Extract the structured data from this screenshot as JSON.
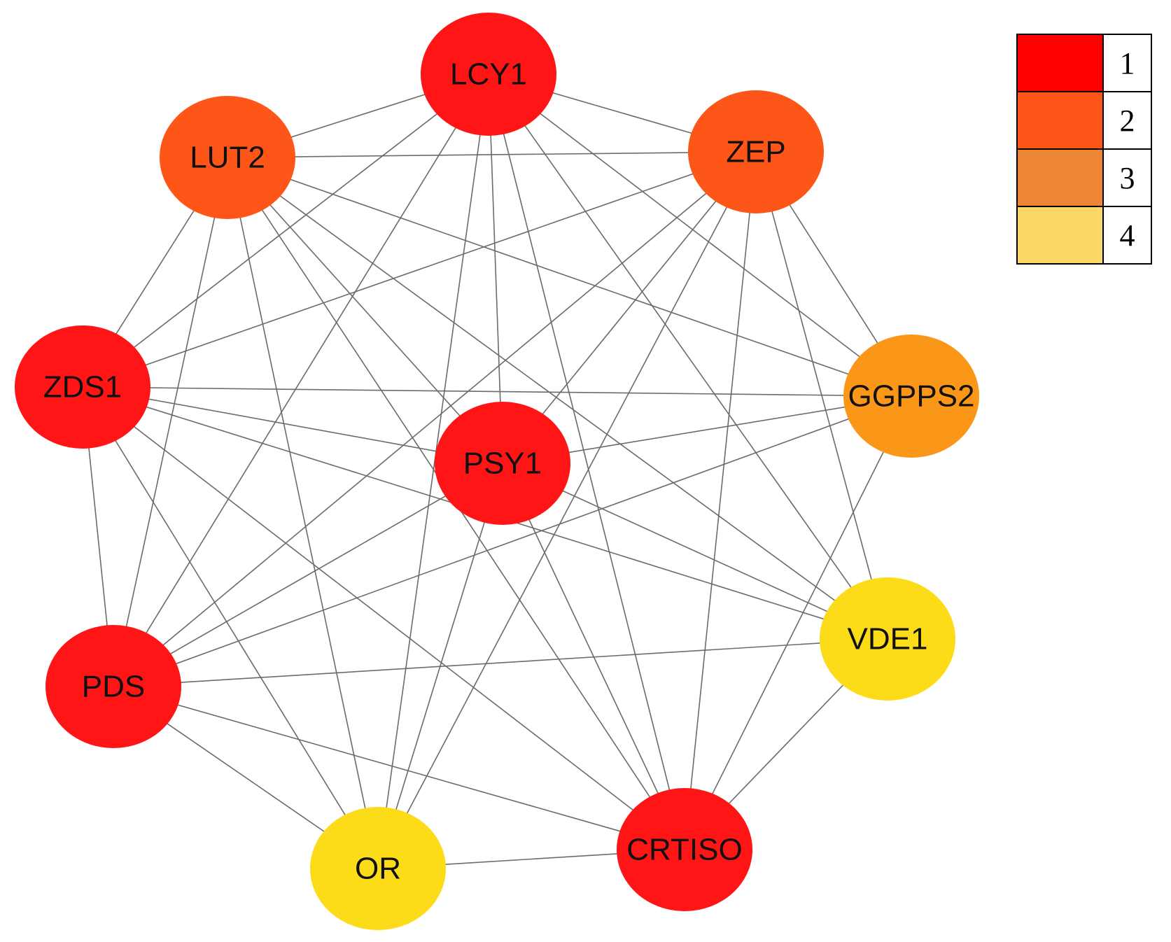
{
  "network": {
    "nodes": [
      {
        "id": "LCY1",
        "label": "LCY1",
        "rank": 1
      },
      {
        "id": "LUT2",
        "label": "LUT2",
        "rank": 2
      },
      {
        "id": "ZEP",
        "label": "ZEP",
        "rank": 2
      },
      {
        "id": "ZDS1",
        "label": "ZDS1",
        "rank": 1
      },
      {
        "id": "GGPPS2",
        "label": "GGPPS2",
        "rank": 3
      },
      {
        "id": "PSY1",
        "label": "PSY1",
        "rank": 1
      },
      {
        "id": "VDE1",
        "label": "VDE1",
        "rank": 4
      },
      {
        "id": "PDS",
        "label": "PDS",
        "rank": 1
      },
      {
        "id": "CRTISO",
        "label": "CRTISO",
        "rank": 1
      },
      {
        "id": "OR",
        "label": "OR",
        "rank": 4
      }
    ],
    "node_colors": {
      "LCY1": "#ff1515",
      "LUT2": "#fe5518",
      "ZEP": "#fe5518",
      "ZDS1": "#ff1515",
      "GGPPS2": "#fb9718",
      "PSY1": "#ff1515",
      "VDE1": "#fcdc18",
      "PDS": "#ff1515",
      "CRTISO": "#ff1515",
      "OR": "#fcdc18"
    },
    "edges": [
      [
        "LCY1",
        "LUT2"
      ],
      [
        "LCY1",
        "ZEP"
      ],
      [
        "LCY1",
        "ZDS1"
      ],
      [
        "LCY1",
        "PSY1"
      ],
      [
        "LCY1",
        "PDS"
      ],
      [
        "LCY1",
        "OR"
      ],
      [
        "LCY1",
        "CRTISO"
      ],
      [
        "LCY1",
        "VDE1"
      ],
      [
        "LCY1",
        "GGPPS2"
      ],
      [
        "LUT2",
        "ZEP"
      ],
      [
        "LUT2",
        "ZDS1"
      ],
      [
        "LUT2",
        "PDS"
      ],
      [
        "LUT2",
        "OR"
      ],
      [
        "LUT2",
        "CRTISO"
      ],
      [
        "LUT2",
        "VDE1"
      ],
      [
        "LUT2",
        "PSY1"
      ],
      [
        "LUT2",
        "GGPPS2"
      ],
      [
        "ZEP",
        "ZDS1"
      ],
      [
        "ZEP",
        "GGPPS2"
      ],
      [
        "ZEP",
        "VDE1"
      ],
      [
        "ZEP",
        "CRTISO"
      ],
      [
        "ZEP",
        "OR"
      ],
      [
        "ZEP",
        "PDS"
      ],
      [
        "ZEP",
        "PSY1"
      ],
      [
        "ZDS1",
        "GGPPS2"
      ],
      [
        "ZDS1",
        "PSY1"
      ],
      [
        "ZDS1",
        "PDS"
      ],
      [
        "ZDS1",
        "VDE1"
      ],
      [
        "ZDS1",
        "CRTISO"
      ],
      [
        "ZDS1",
        "OR"
      ],
      [
        "PSY1",
        "GGPPS2"
      ],
      [
        "PSY1",
        "VDE1"
      ],
      [
        "PSY1",
        "CRTISO"
      ],
      [
        "PSY1",
        "OR"
      ],
      [
        "PSY1",
        "PDS"
      ],
      [
        "GGPPS2",
        "PDS"
      ],
      [
        "GGPPS2",
        "CRTISO"
      ],
      [
        "VDE1",
        "PDS"
      ],
      [
        "VDE1",
        "CRTISO"
      ],
      [
        "PDS",
        "OR"
      ],
      [
        "PDS",
        "CRTISO"
      ],
      [
        "OR",
        "CRTISO"
      ]
    ]
  },
  "legend": [
    {
      "label": "1",
      "color": "#ff0000"
    },
    {
      "label": "2",
      "color": "#fe5518"
    },
    {
      "label": "3",
      "color": "#ed8535"
    },
    {
      "label": "4",
      "color": "#fcd868"
    }
  ]
}
